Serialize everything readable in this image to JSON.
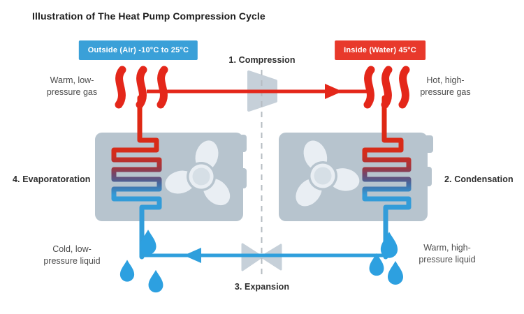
{
  "title": "Illustration of The Heat Pump Compression Cycle",
  "zones": {
    "outside": {
      "label": "Outside (Air) -10°C to 25°C",
      "color": "#3aa0d8"
    },
    "inside": {
      "label": "Inside (Water) 45°C",
      "color": "#e8392b"
    }
  },
  "steps": {
    "compression": "1. Compression",
    "condensation": "2. Condensation",
    "expansion": "3. Expansion",
    "evaporation": "4. Evaporatoration"
  },
  "states": {
    "warm_gas": {
      "line1": "Warm, low-",
      "line2": "pressure gas"
    },
    "hot_gas": {
      "line1": "Hot, high-",
      "line2": "pressure gas"
    },
    "cold_liquid": {
      "line1": "Cold, low-",
      "line2": "pressure liquid"
    },
    "warm_liquid": {
      "line1": "Warm, high-",
      "line2": "pressure liquid"
    }
  },
  "icons": {
    "heat_waves": "triple S-shaped heat wave strokes",
    "fan": "three-blade fan inside exchanger unit",
    "droplet": "teardrop water drop",
    "compressor": "gray trapezoid on center line",
    "expansion_valve": "gray bowtie valve on center line"
  },
  "colors": {
    "hot_line": "#e4271a",
    "cold_line": "#2f9fdc",
    "droplet": "#2da0e0",
    "exchanger_body": "#b7c4ce",
    "fan_blade": "#e9eef3",
    "symbol_gray": "#c6d0d9",
    "dashed_line": "#b5bcc2",
    "text_dark": "#2d2d2d",
    "text_body": "#4d4d4d"
  }
}
